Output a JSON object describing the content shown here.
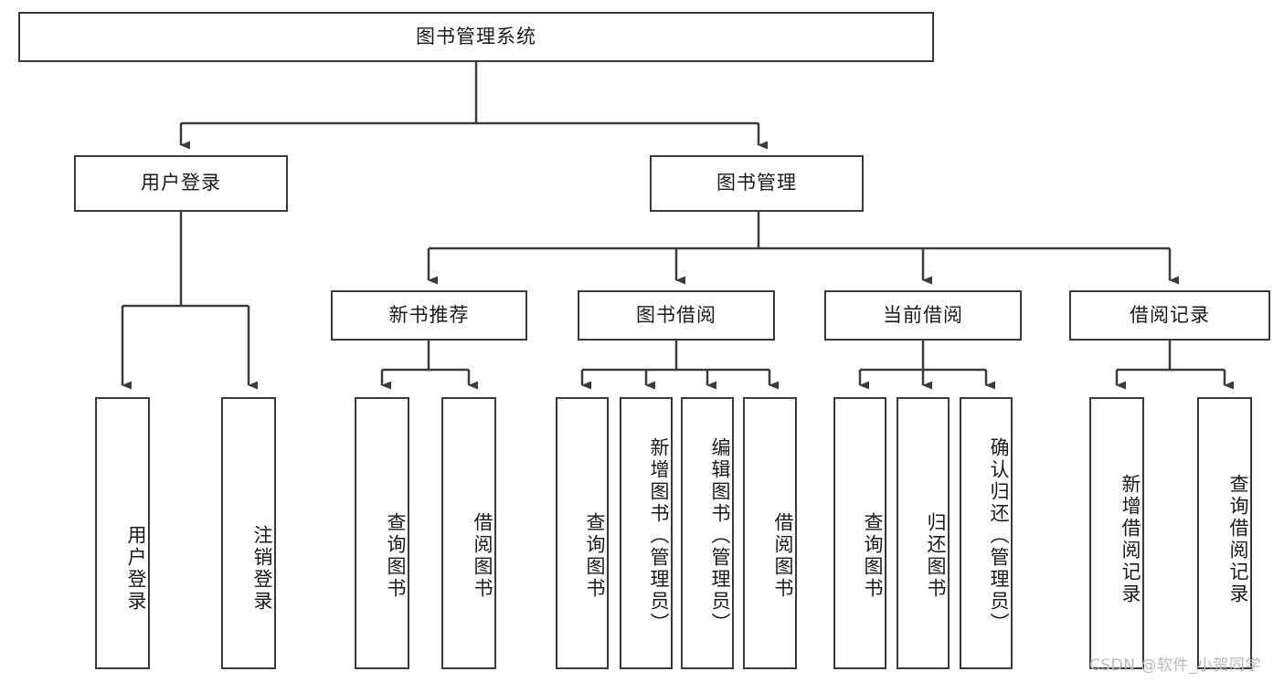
{
  "diagram": {
    "type": "tree",
    "title": "图书管理系统",
    "root": {
      "label": "图书管理系统"
    },
    "level1": [
      {
        "label": "用户登录"
      },
      {
        "label": "图书管理"
      }
    ],
    "level2": [
      {
        "label": "新书推荐"
      },
      {
        "label": "图书借阅"
      },
      {
        "label": "当前借阅"
      },
      {
        "label": "借阅记录"
      }
    ],
    "leaves": {
      "user_login": [
        {
          "label": "用户登录"
        },
        {
          "label": "注销登录"
        }
      ],
      "new_book_recommend": [
        {
          "label": "查询图书"
        },
        {
          "label": "借阅图书"
        }
      ],
      "book_borrow": [
        {
          "label": "查询图书"
        },
        {
          "label": "新增图书（管理员）"
        },
        {
          "label": "编辑图书（管理员）"
        },
        {
          "label": "借阅图书"
        }
      ],
      "current_borrow": [
        {
          "label": "查询图书"
        },
        {
          "label": "归还图书"
        },
        {
          "label": "确认归还（管理员）"
        }
      ],
      "borrow_record": [
        {
          "label": "新增借阅记录"
        },
        {
          "label": "查询借阅记录"
        }
      ]
    }
  },
  "watermark": {
    "text": "CSDN @软件_小贺同学"
  },
  "colors": {
    "border": "#3b3b3b",
    "text": "#1a1a1a",
    "background": "#ffffff",
    "watermark": "#b9b9b9"
  }
}
